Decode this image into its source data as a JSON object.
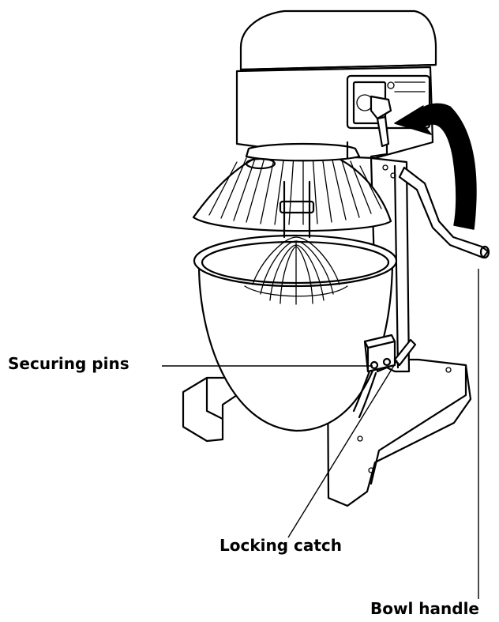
{
  "labels": {
    "securing_pins": "Securing pins",
    "locking_catch": "Locking catch",
    "bowl_handle": "Bowl handle"
  },
  "colors": {
    "line": "#000000",
    "background": "#ffffff"
  },
  "icons": {
    "rotation_arrow": "curved-arrow-icon"
  }
}
